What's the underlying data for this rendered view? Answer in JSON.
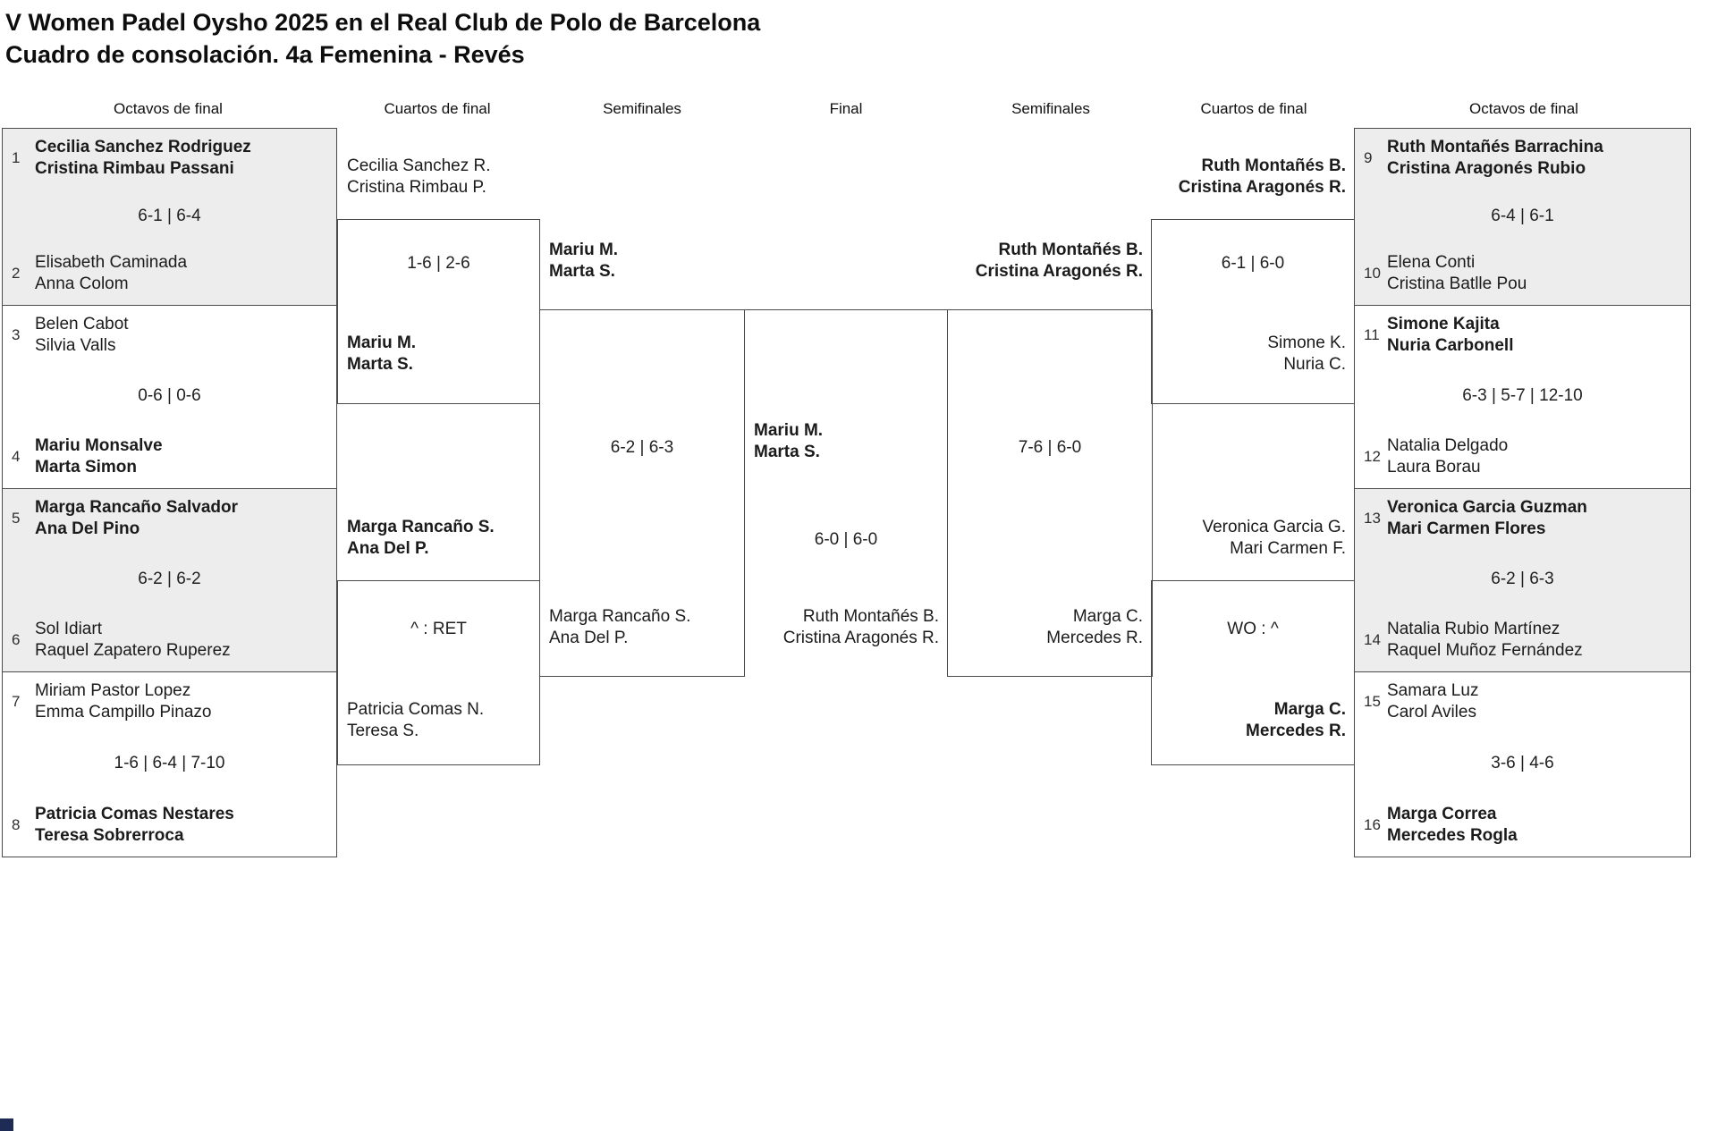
{
  "title": {
    "line1": "V Women Padel Oysho 2025 en el Real Club de Polo de Barcelona",
    "line2": "Cuadro de consolación. 4a Femenina - Revés"
  },
  "round_headers": {
    "r16_left": "Octavos de final",
    "qf_left": "Cuartos de final",
    "sf_left": "Semifinales",
    "final": "Final",
    "sf_right": "Semifinales",
    "qf_right": "Cuartos de final",
    "r16_right": "Octavos de final"
  },
  "r16": [
    {
      "seed_a": "1",
      "a1": "Cecilia Sanchez Rodriguez",
      "a2": "Cristina Rimbau Passani",
      "score": "6-1 | 6-4",
      "seed_b": "2",
      "b1": "Elisabeth Caminada",
      "b2": "Anna Colom"
    },
    {
      "seed_a": "3",
      "a1": "Belen Cabot",
      "a2": "Silvia Valls",
      "score": "0-6 | 0-6",
      "seed_b": "4",
      "b1": "Mariu Monsalve",
      "b2": "Marta Simon"
    },
    {
      "seed_a": "5",
      "a1": "Marga Rancaño Salvador",
      "a2": "Ana Del Pino",
      "score": "6-2 | 6-2",
      "seed_b": "6",
      "b1": "Sol Idiart",
      "b2": "Raquel Zapatero Ruperez"
    },
    {
      "seed_a": "7",
      "a1": "Miriam Pastor Lopez",
      "a2": "Emma Campillo Pinazo",
      "score": "1-6 | 6-4 | 7-10",
      "seed_b": "8",
      "b1": "Patricia Comas Nestares",
      "b2": "Teresa Sobrerroca"
    },
    {
      "seed_a": "9",
      "a1": "Ruth Montañés Barrachina",
      "a2": "Cristina Aragonés Rubio",
      "score": "6-4 | 6-1",
      "seed_b": "10",
      "b1": "Elena Conti",
      "b2": "Cristina Batlle Pou"
    },
    {
      "seed_a": "11",
      "a1": "Simone Kajita",
      "a2": "Nuria Carbonell",
      "score": "6-3 | 5-7 | 12-10",
      "seed_b": "12",
      "b1": "Natalia Delgado",
      "b2": "Laura Borau"
    },
    {
      "seed_a": "13",
      "a1": "Veronica Garcia Guzman",
      "a2": "Mari Carmen Flores",
      "score": "6-2 | 6-3",
      "seed_b": "14",
      "b1": "Natalia Rubio Martínez",
      "b2": "Raquel Muñoz Fernández"
    },
    {
      "seed_a": "15",
      "a1": "Samara Luz",
      "a2": "Carol Aviles",
      "score": "3-6 | 4-6",
      "seed_b": "16",
      "b1": "Marga Correa",
      "b2": "Mercedes Rogla"
    }
  ],
  "qf": {
    "left_top": {
      "a1": "Cecilia Sanchez R.",
      "a2": "Cristina Rimbau P.",
      "score": "1-6 | 2-6",
      "b1": "Mariu M.",
      "b2": "Marta S."
    },
    "left_bottom": {
      "a1": "Marga Rancaño S.",
      "a2": "Ana Del P.",
      "score": "^ : RET",
      "b1": "Patricia Comas N.",
      "b2": "Teresa S."
    },
    "right_top": {
      "a1": "Ruth Montañés B.",
      "a2": "Cristina Aragonés R.",
      "score": "6-1 | 6-0",
      "b1": "Simone K.",
      "b2": "Nuria C."
    },
    "right_bottom": {
      "a1": "Veronica Garcia G.",
      "a2": "Mari Carmen F.",
      "score": "WO : ^",
      "b1": "Marga C.",
      "b2": "Mercedes R."
    }
  },
  "sf": {
    "left": {
      "a1": "Mariu M.",
      "a2": "Marta S.",
      "score": "6-2 | 6-3",
      "b1": "Marga Rancaño S.",
      "b2": "Ana Del P."
    },
    "right": {
      "a1": "Ruth Montañés B.",
      "a2": "Cristina Aragonés R.",
      "score": "7-6 | 6-0",
      "b1": "Marga C.",
      "b2": "Mercedes R."
    }
  },
  "final": {
    "a1": "Mariu M.",
    "a2": "Marta S.",
    "score": "6-0 | 6-0",
    "b1": "Ruth Montañés B.",
    "b2": "Cristina Aragonés R."
  },
  "colors": {
    "shaded_row_bg": "#ededed",
    "border": "#4a4a4a",
    "text": "#1b1b1b",
    "logo_fragment": "#1e2c55"
  }
}
